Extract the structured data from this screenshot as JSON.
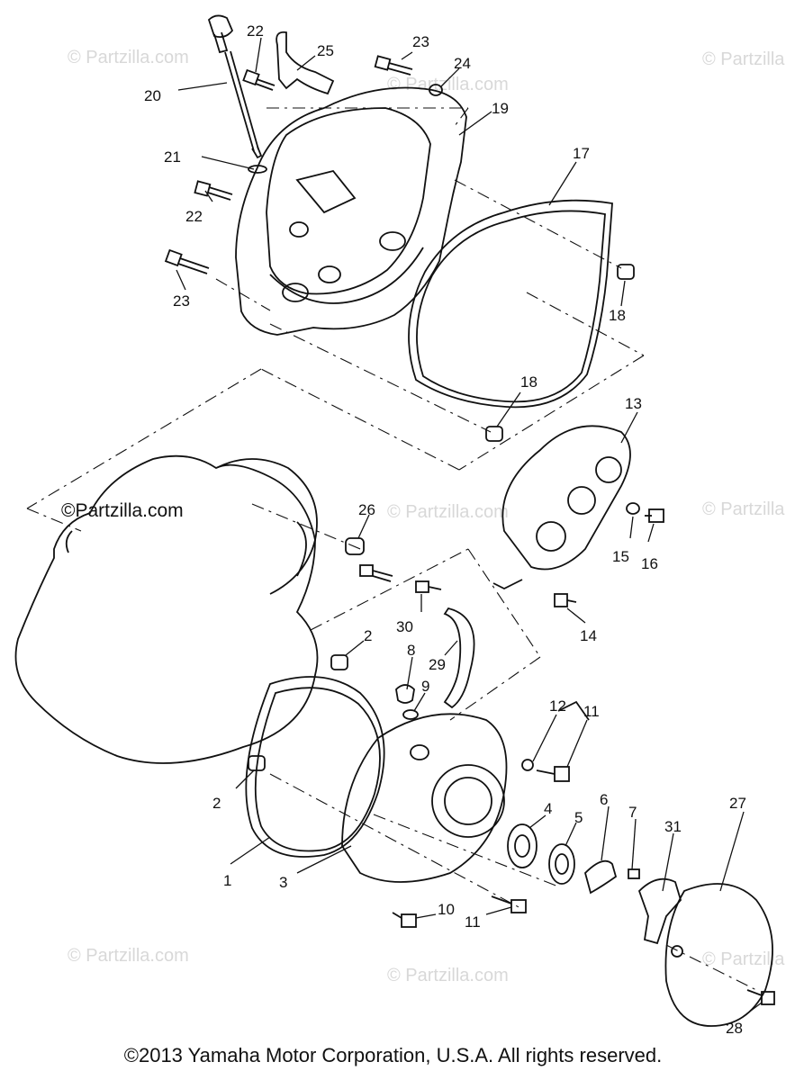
{
  "diagram": {
    "callouts": {
      "c1": "1",
      "c2a": "2",
      "c2b": "2",
      "c3": "3",
      "c4": "4",
      "c5": "5",
      "c6": "6",
      "c7": "7",
      "c8": "8",
      "c9": "9",
      "c10": "10",
      "c11a": "11",
      "c11b": "11",
      "c12": "12",
      "c13": "13",
      "c14": "14",
      "c15": "15",
      "c16": "16",
      "c17": "17",
      "c18a": "18",
      "c18b": "18",
      "c19": "19",
      "c20": "20",
      "c21": "21",
      "c22a": "22",
      "c22b": "22",
      "c23a": "23",
      "c23b": "23",
      "c24": "24",
      "c25": "25",
      "c26": "26",
      "c27": "27",
      "c28": "28",
      "c29": "29",
      "c30": "30",
      "c31": "31"
    },
    "watermark_main": "©Partzilla.com",
    "watermark_faint": "© Partzilla.com"
  },
  "footer": {
    "copyright": "©2013 Yamaha Motor Corporation, U.S.A. All rights reserved."
  }
}
